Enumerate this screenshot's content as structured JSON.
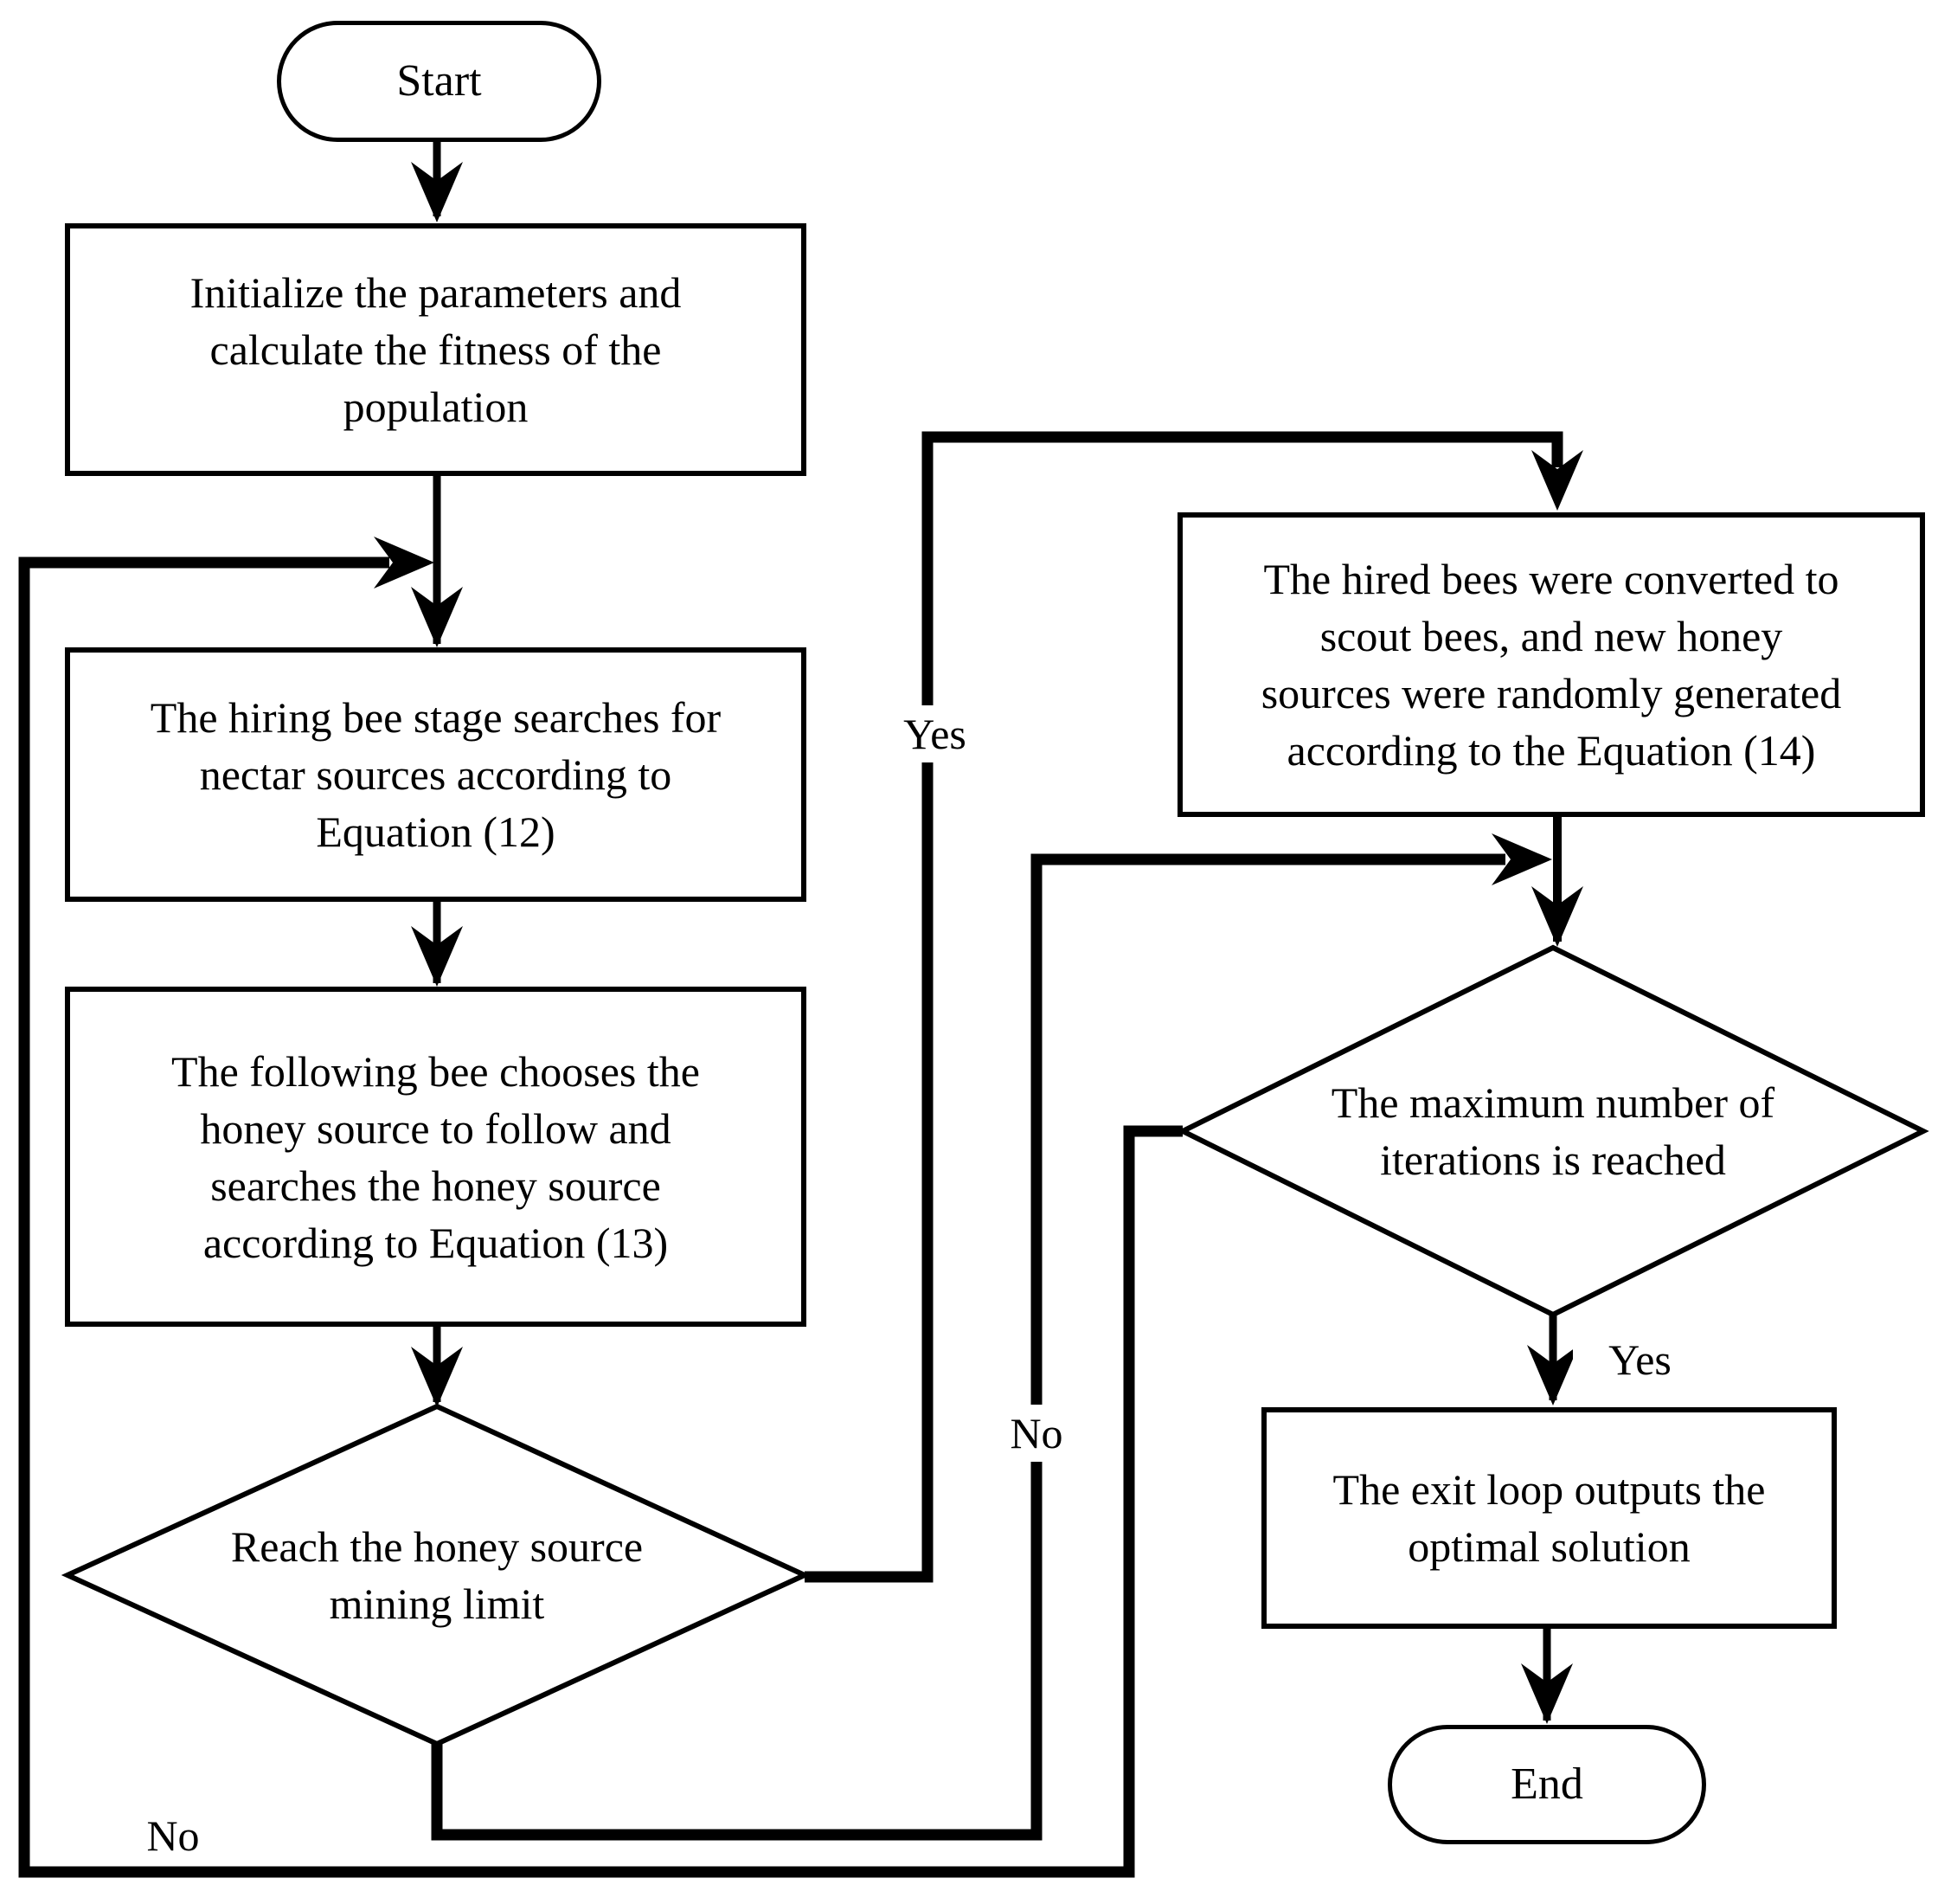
{
  "flowchart": {
    "colors": {
      "ink": "#000000",
      "paper": "#ffffff"
    },
    "nodes": {
      "start": {
        "label": "Start"
      },
      "initialize": {
        "lines": [
          "Initialize the parameters and",
          "calculate the fitness of the",
          "population"
        ]
      },
      "hiring": {
        "lines": [
          "The hiring bee stage searches for",
          "nectar sources according to",
          "Equation (12)"
        ]
      },
      "following": {
        "lines": [
          "The following bee chooses the",
          "honey source to follow and",
          "searches the honey source",
          "according to  Equation (13)"
        ]
      },
      "mining_limit": {
        "lines": [
          "Reach the honey source",
          "mining limit"
        ]
      },
      "scout": {
        "lines": [
          "The hired bees were converted to",
          "scout bees, and new honey",
          "sources were randomly generated",
          "according to the Equation (14)"
        ]
      },
      "max_iterations": {
        "lines": [
          "The maximum number of",
          "iterations is reached"
        ]
      },
      "exit_loop": {
        "lines": [
          "The exit loop outputs the",
          "optimal solution"
        ]
      },
      "end": {
        "label": "End"
      }
    },
    "edge_labels": {
      "mining_yes": "Yes",
      "mining_no": "No",
      "max_yes": "Yes",
      "max_no": "No"
    }
  }
}
